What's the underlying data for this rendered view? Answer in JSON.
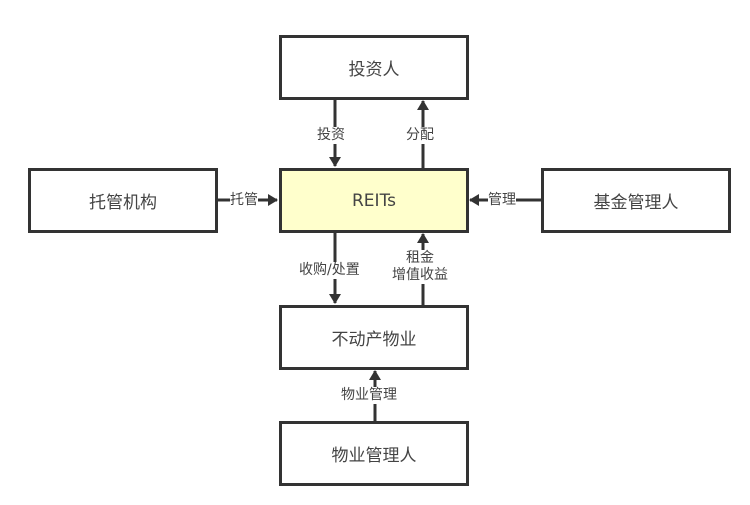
{
  "diagram": {
    "nodes": {
      "investor": "投资人",
      "reits": "REITs",
      "custodian": "托管机构",
      "fund_manager": "基金管理人",
      "property": "不动产物业",
      "property_manager": "物业管理人"
    },
    "edges": {
      "invest": "投资",
      "distribute": "分配",
      "custody": "托管",
      "manage": "管理",
      "acquire_dispose": "收购/处置",
      "rent_line1": "租金",
      "rent_line2": "增值收益",
      "property_management": "物业管理"
    },
    "colors": {
      "core_fill": "#ffffcc",
      "stroke": "#333333",
      "text": "#444444"
    }
  }
}
